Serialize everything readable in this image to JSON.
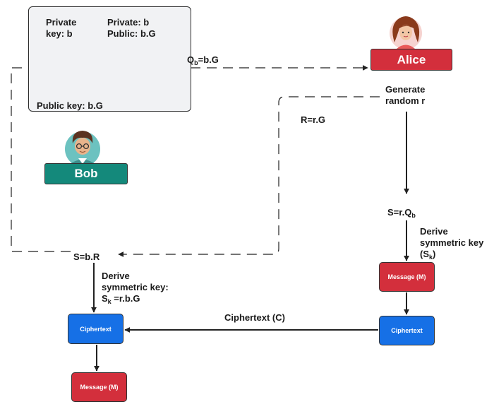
{
  "key_box": {
    "private_key_line1": "Private",
    "private_key_line2": "key: b",
    "private_line": "Private: b",
    "public_line": "Public: b.G",
    "public_key_label": "Public key: b.G"
  },
  "actors": {
    "alice": "Alice",
    "bob": "Bob"
  },
  "labels": {
    "qb_main": "Q",
    "qb_sub": "b",
    "qb_rest": "=b.G",
    "generate_line1": "Generate",
    "generate_line2": "random r",
    "r_label": "R=r.G",
    "s_alice_main": "S=r.Q",
    "s_alice_sub": "b",
    "derive_right_line1": "Derive",
    "derive_right_line2": "symmetric key",
    "derive_right_line3_pre": "(S",
    "derive_right_line3_sub": "k",
    "derive_right_line3_post": ")",
    "s_bob": "S=b.R",
    "derive_left_line1": "Derive",
    "derive_left_line2": "symmetric key:",
    "derive_left_line3_pre": "S",
    "derive_left_line3_sub": "k",
    "derive_left_line3_post": " =r.b.G",
    "ciphertext_arrow": "Ciphertext (C)"
  },
  "boxes": {
    "message_right": "Message (M)",
    "ciphertext_right": "Ciphertext",
    "ciphertext_left": "Ciphertext",
    "message_left": "Message (M)"
  },
  "colors": {
    "alice": "#d32f3c",
    "bob": "#14897b",
    "message": "#d32f3c",
    "ciphertext": "#1670e6",
    "key_box_fill": "#f1f2f4"
  },
  "icons": {
    "alice_avatar": "woman-avatar-icon",
    "bob_avatar": "man-with-glasses-avatar-icon",
    "key": "key-icon",
    "lock": "padlock-icon"
  }
}
